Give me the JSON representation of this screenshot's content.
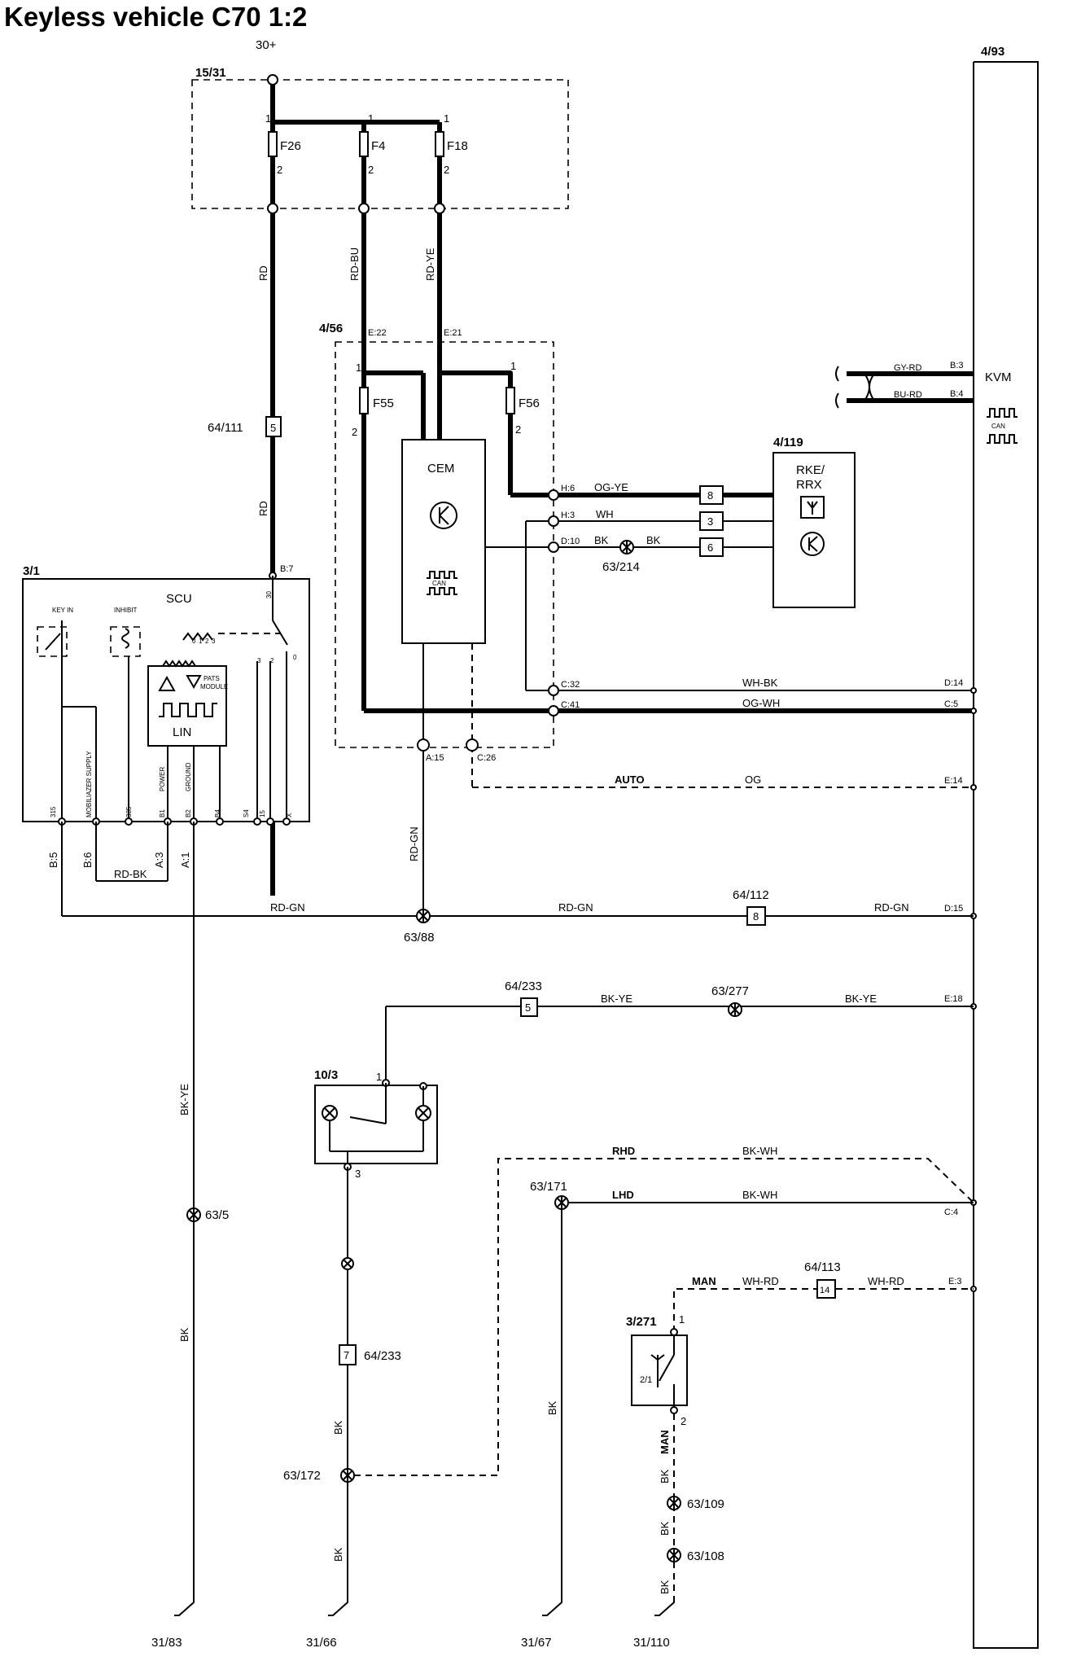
{
  "title": "Keyless vehicle C70 1:2",
  "supply": {
    "label": "30+"
  },
  "fusebox": {
    "id": "15/31",
    "fuses": [
      {
        "name": "F26",
        "pin_in": "1",
        "pin_out": "2"
      },
      {
        "name": "F4",
        "pin_in": "1",
        "pin_out": "2"
      },
      {
        "name": "F18",
        "pin_in": "1",
        "pin_out": "2"
      }
    ]
  },
  "wire_colors": {
    "rd": "RD",
    "rd_bu": "RD-BU",
    "rd_ye": "RD-YE",
    "og_ye": "OG-YE",
    "wh": "WH",
    "bk": "BK",
    "wh_bk": "WH-BK",
    "og_wh": "OG-WH",
    "og": "OG",
    "rd_gn": "RD-GN",
    "rd_bk": "RD-BK",
    "bk_ye": "BK-YE",
    "bk_wh": "BK-WH",
    "wh_rd": "WH-RD",
    "gy_rd": "GY-RD",
    "bu_rd": "BU-RD"
  },
  "cem_module": {
    "id": "4/56",
    "name": "CEM",
    "can": "CAN",
    "fuses": [
      {
        "name": "F55",
        "pin_in": "1",
        "pin_out": "2"
      },
      {
        "name": "F56",
        "pin_in": "1",
        "pin_out": "2"
      }
    ],
    "pins": {
      "e22": "E:22",
      "e21": "E:21",
      "h6": "H:6",
      "h3": "H:3",
      "d10": "D:10",
      "c32": "C:32",
      "c41": "C:41",
      "a15": "A:15",
      "c26": "C:26"
    }
  },
  "rke_module": {
    "id": "4/119",
    "name_line1": "RKE/",
    "name_line2": "RRX",
    "pins": [
      "8",
      "3",
      "6"
    ]
  },
  "kvm_module": {
    "id": "4/93",
    "name": "KVM",
    "can": "CAN",
    "pins": {
      "b3": "B:3",
      "b4": "B:4",
      "d14": "D:14",
      "c5": "C:5",
      "e14": "E:14",
      "d15": "D:15",
      "e18": "E:18",
      "c4": "C:4",
      "e3": "E:3"
    }
  },
  "scu_module": {
    "id": "3/1",
    "name": "SCU",
    "lin": "LIN",
    "pin_top": "B:7",
    "pin_30": "30",
    "small_labels": {
      "keyin": "KEY IN",
      "inhibit": "INHIBIT",
      "pats": "PATS",
      "module": "MODULE"
    },
    "internal_pins": [
      "315",
      "MOBILIAZER SUPPLY",
      "335",
      "B1",
      "B2",
      "B4",
      "S4",
      "15",
      "X"
    ],
    "power": "POWER",
    "ground": "GROUND",
    "contact_nums": [
      "0",
      "1",
      "2",
      "3"
    ],
    "pins": {
      "b5": "B:5",
      "b6": "B:6",
      "a3": "A:3",
      "a1": "A:1"
    }
  },
  "connectors": {
    "c64_111": {
      "id": "64/111",
      "pin": "5"
    },
    "c64_112": {
      "id": "64/112",
      "pin": "8"
    },
    "c64_233a": {
      "id": "64/233",
      "pin": "5"
    },
    "c64_233b": {
      "id": "64/233",
      "pin": "7"
    },
    "c64_113": {
      "id": "64/113",
      "pin": "14"
    }
  },
  "splices": {
    "s63_214": "63/214",
    "s63_88": "63/88",
    "s63_277": "63/277",
    "s63_5": "63/5",
    "s63_171": "63/171",
    "s63_172": "63/172",
    "s63_109": "63/109",
    "s63_108": "63/108"
  },
  "switch_10_3": {
    "id": "10/3",
    "pin1": "1",
    "pin3": "3"
  },
  "switch_3_271": {
    "id": "3/271",
    "pin1": "1",
    "pin2": "2",
    "inner": "2/1"
  },
  "signals": {
    "auto": "AUTO",
    "rhd": "RHD",
    "lhd": "LHD",
    "man": "MAN",
    "man2": "MAN"
  },
  "grounds": [
    "31/83",
    "31/66",
    "31/67",
    "31/110"
  ]
}
